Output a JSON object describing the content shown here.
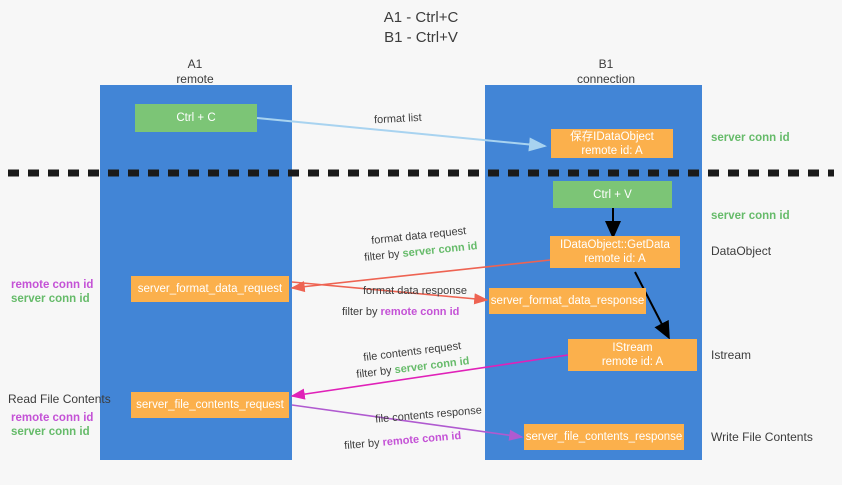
{
  "title": {
    "line1": "A1 - Ctrl+C",
    "line2": "B1 - Ctrl+V"
  },
  "lanes": [
    {
      "id": "a1",
      "name": "A1",
      "subtitle": "remote"
    },
    {
      "id": "b1",
      "name": "B1",
      "subtitle": "connection"
    }
  ],
  "boxes": {
    "ctrl_c": {
      "line1": "Ctrl + C",
      "line2": "",
      "color": "#7cc576"
    },
    "save_idataobject": {
      "line1": "保存IDataObject",
      "line2": "remote id: A",
      "color": "#fbb04c"
    },
    "ctrl_v": {
      "line1": "Ctrl + V",
      "line2": "",
      "color": "#7cc576"
    },
    "getdata": {
      "line1": "IDataObject::GetData",
      "line2": "remote id: A",
      "color": "#fbb04c"
    },
    "istream": {
      "line1": "IStream",
      "line2": "remote id: A",
      "color": "#fbb04c"
    },
    "server_format_data_request": {
      "line1": "server_format_data_request",
      "line2": "",
      "color": "#fbb04c"
    },
    "server_format_data_response": {
      "line1": "server_format_data_response",
      "line2": "",
      "color": "#fbb04c"
    },
    "server_file_contents_request": {
      "line1": "server_file_contents_request",
      "line2": "",
      "color": "#fbb04c"
    },
    "server_file_contents_response": {
      "line1": "server_file_contents_response",
      "line2": "",
      "color": "#fbb04c"
    }
  },
  "edges": {
    "format_list": {
      "label": "format list"
    },
    "format_data_request": {
      "label": "format data request",
      "filter_prefix": "filter by ",
      "filter_value": "server conn id"
    },
    "format_data_response": {
      "label": "format data response",
      "filter_prefix": "filter by ",
      "filter_value": "remote conn id"
    },
    "file_contents_request": {
      "label": "file contents request",
      "filter_prefix": "filter by ",
      "filter_value": "server conn id"
    },
    "file_contents_response": {
      "label": "file contents response",
      "filter_prefix": "filter by ",
      "filter_value": "remote conn id"
    }
  },
  "right_labels": {
    "server_conn_id_top": "server conn id",
    "server_conn_id_second": "server conn id",
    "dataobject": "DataObject",
    "istream": "Istream",
    "write_file_contents": "Write File Contents"
  },
  "left_labels": {
    "format_remote_conn_id": "remote conn id",
    "format_server_conn_id": "server conn id",
    "read_file_contents": "Read File Contents",
    "file_remote_conn_id": "remote conn id",
    "file_server_conn_id": "server conn id"
  },
  "colors": {
    "lane": "#4285d6",
    "green_box": "#7cc576",
    "orange_box": "#fbb04c",
    "green_text": "#66bb6a",
    "purple_text": "#c452d6",
    "arrow_blue": "#a8d3f0",
    "arrow_red": "#ee6352",
    "arrow_magenta": "#e021b8",
    "arrow_purple": "#b05ad0",
    "arrow_black": "#000000",
    "background": "#f7f7f7"
  }
}
